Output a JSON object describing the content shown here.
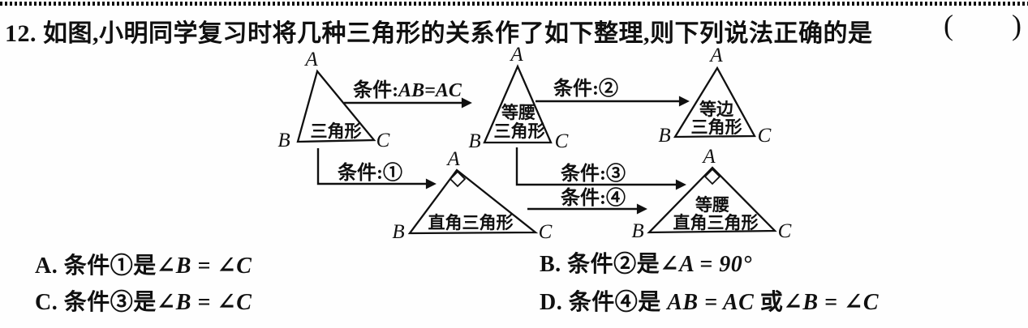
{
  "question": {
    "number": "12.",
    "text": "如图,小明同学复习时将几种三角形的关系作了如下整理,则下列说法正确的是",
    "paren_open": "(",
    "paren_close": ")"
  },
  "diagram": {
    "vertex_labels": {
      "A": "A",
      "B": "B",
      "C": "C"
    },
    "triangle_generic": {
      "line1": "三角形"
    },
    "triangle_isosceles": {
      "line1": "等腰",
      "line2": "三角形"
    },
    "triangle_equilateral": {
      "line1": "等边",
      "line2": "三角形"
    },
    "triangle_right": {
      "line1": "直角三角形"
    },
    "triangle_isosceles_right": {
      "line1": "等腰",
      "line2": "直角三角形"
    },
    "cond_ab": {
      "prefix": "条件:",
      "math": "AB=AC"
    },
    "cond1": "条件:①",
    "cond2": "条件:②",
    "cond3": "条件:③",
    "cond4": "条件:④"
  },
  "choices": {
    "A": {
      "pre": "A. 条件①是",
      "math1": "∠B = ∠C"
    },
    "B": {
      "pre": "B. 条件②是",
      "math1": "∠A = 90°"
    },
    "C": {
      "pre": "C. 条件③是",
      "math1": "∠B = ∠C"
    },
    "D": {
      "pre": "D. 条件④是 ",
      "math1": "AB = AC",
      "mid": " 或",
      "math2": "∠B = ∠C"
    }
  }
}
